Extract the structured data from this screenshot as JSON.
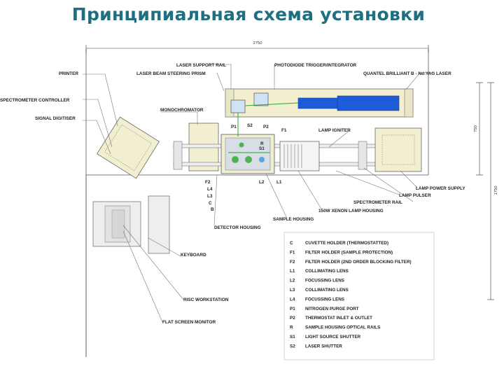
{
  "title": "Принципиальная схема установки",
  "dims": {
    "top": "2750",
    "right_small": "750",
    "right_big": "1750"
  },
  "labels": {
    "laser_support_rail": "LASER SUPPORT RAIL",
    "photodiode": "PHOTODIODE TRIGGER/INTEGRATOR",
    "printer": "PRINTER",
    "prism": "LASER BEAM STEERING PRISM",
    "laser": "QUANTEL BRILLIANT B - Nd:YAG LASER",
    "spectrometer_controller": "SPECTROMETER CONTROLLER",
    "monochromator": "MONOCHROMATOR",
    "signal_digitiser": "SIGNAL DIGITISER",
    "lamp_igniter": "LAMP IGNITER",
    "lamp_power": "LAMP POWER SUPPLY",
    "lamp_pulser": "LAMP PULSER",
    "spectrometer_rail": "SPECTROMETER RAIL",
    "xenon": "150W XENON LAMP HOUSING",
    "sample_housing": "SAMPLE HOUSING",
    "detector_housing": "DETECTOR HOUSING",
    "keyboard": "KEYBOARD",
    "workstation": "RISC WORKSTATION",
    "monitor": "FLAT SCREEN MONITOR"
  },
  "markers": {
    "p1": "P1",
    "s2": "S2",
    "p2": "P2",
    "f1": "F1",
    "s1": "S1",
    "r": "R",
    "f2": "F2",
    "l4": "L4",
    "l3": "L3",
    "c": "C",
    "b": "B",
    "l2": "L2",
    "l1": "L1"
  },
  "legend": [
    {
      "key": "C",
      "text": "CUVETTE HOLDER (THERMOSTATTED)"
    },
    {
      "key": "F1",
      "text": "FILTER HOLDER (SAMPLE PROTECTION)"
    },
    {
      "key": "F2",
      "text": "FILTER HOLDER (2ND ORDER BLOCKING FILTER)"
    },
    {
      "key": "L1",
      "text": "COLLIMATING LENS"
    },
    {
      "key": "L2",
      "text": "FOCUSSING LENS"
    },
    {
      "key": "L3",
      "text": "COLLIMATING LENS"
    },
    {
      "key": "L4",
      "text": "FOCUSSING LENS"
    },
    {
      "key": "P1",
      "text": "NITROGEN PURGE PORT"
    },
    {
      "key": "P2",
      "text": "THERMOSTAT INLET & OUTLET"
    },
    {
      "key": "R",
      "text": "SAMPLE HOUSING OPTICAL RAILS"
    },
    {
      "key": "S1",
      "text": "LIGHT SOURCE SHUTTER"
    },
    {
      "key": "S2",
      "text": "LASER SHUTTER"
    }
  ],
  "colors": {
    "title": "#1f6f80",
    "laser_blue": "#1e5bd8",
    "optics_tan": "#f1efcf",
    "beam_green": "#2aa62a",
    "leader": "#777777"
  }
}
